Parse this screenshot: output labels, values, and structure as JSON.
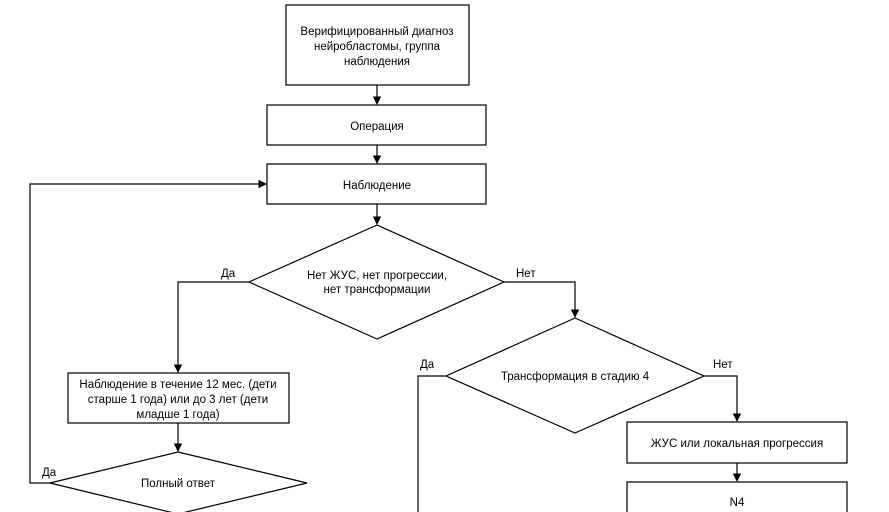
{
  "nodes": {
    "verified": {
      "lines": [
        "Верифицированный диагноз",
        "нейробластомы, группа",
        "наблюдения"
      ]
    },
    "surgery": {
      "lines": [
        "Операция"
      ]
    },
    "observation": {
      "lines": [
        "Наблюдение"
      ]
    },
    "decision_no_progression": {
      "lines": [
        "Нет ЖУС, нет прогрессии,",
        "нет трансформации"
      ]
    },
    "observation_long": {
      "lines": [
        "Наблюдение в течение 12 мес. (дети",
        "старше 1 года) или до 3 лет (дети",
        "младше 1 года)"
      ]
    },
    "decision_transformation": {
      "lines": [
        "Трансформация в стадию 4"
      ]
    },
    "zhus_progression": {
      "lines": [
        "ЖУС или локальная прогрессия"
      ]
    },
    "full_response": {
      "lines": [
        "Полный ответ"
      ]
    },
    "n4": {
      "lines": [
        "N4"
      ]
    }
  },
  "edge_labels": {
    "yes_left_1": "Да",
    "no_right_1": "Нет",
    "yes_left_2": "Да",
    "no_right_2": "Нет",
    "yes_full_response": "Да"
  }
}
